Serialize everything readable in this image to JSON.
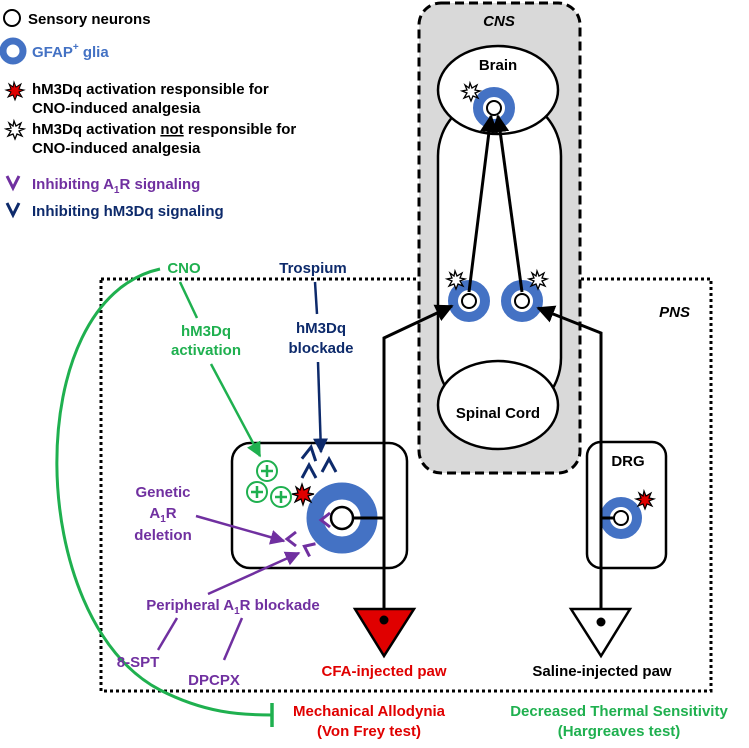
{
  "legend": {
    "sensory_neurons": "Sensory neurons",
    "gfap_glia_main": "GFAP",
    "gfap_glia_sup": "+",
    "gfap_glia_rest": " glia",
    "hm3dq_responsible_line1": "hM3Dq activation responsible for",
    "hm3dq_responsible_line2": "CNO-induced analgesia",
    "hm3dq_not_line1_pre": "hM3Dq activation ",
    "hm3dq_not_line1_under": "not",
    "hm3dq_not_line1_post": " responsible for",
    "hm3dq_not_line2": "CNO-induced analgesia",
    "inhibit_a1r_pre": "Inhibiting A",
    "inhibit_a1r_sub": "1",
    "inhibit_a1r_post": "R signaling",
    "inhibit_hm3dq": "Inhibiting hM3Dq signaling"
  },
  "labels": {
    "cns": "CNS",
    "pns": "PNS",
    "brain": "Brain",
    "spinal_cord": "Spinal Cord",
    "drg": "DRG",
    "cno": "CNO",
    "hm3dq_activation_line1": "hM3Dq",
    "hm3dq_activation_line2": "activation",
    "trospium": "Trospium",
    "hm3dq_blockade_line1": "hM3Dq",
    "hm3dq_blockade_line2": "blockade",
    "genetic_line1": "Genetic",
    "genetic_line2_pre": "A",
    "genetic_line2_sub": "1",
    "genetic_line2_post": "R",
    "genetic_line3": "deletion",
    "peripheral_pre": "Peripheral A",
    "peripheral_sub": "1",
    "peripheral_post": "R blockade",
    "spt": "8-SPT",
    "dpcpx": "DPCPX",
    "cfa_paw": "CFA-injected paw",
    "saline_paw": "Saline-injected paw",
    "allodynia_line1": "Mechanical Allodynia",
    "allodynia_line2": "(Von Frey test)",
    "thermal_line1": "Decreased Thermal Sensitivity",
    "thermal_line2": "(Hargreaves test)"
  },
  "colors": {
    "green": "#1fb04f",
    "purple": "#7030a0",
    "navy": "#0d2a6b",
    "blue_glia": "#4472c4",
    "red": "#e00000",
    "cns_fill": "#d9d9d9"
  }
}
